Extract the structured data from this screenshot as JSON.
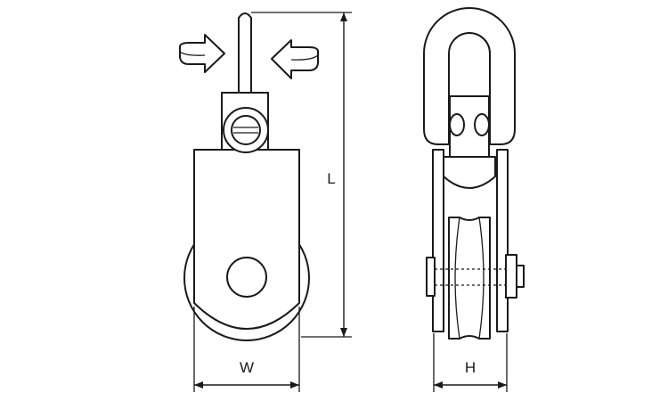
{
  "labels": {
    "length": "L",
    "width": "W",
    "height": "H"
  },
  "colors": {
    "stroke": "#1a1a1a",
    "background": "#ffffff"
  },
  "icons": [
    "rotation-arrow-right-icon",
    "rotation-arrow-left-icon"
  ]
}
